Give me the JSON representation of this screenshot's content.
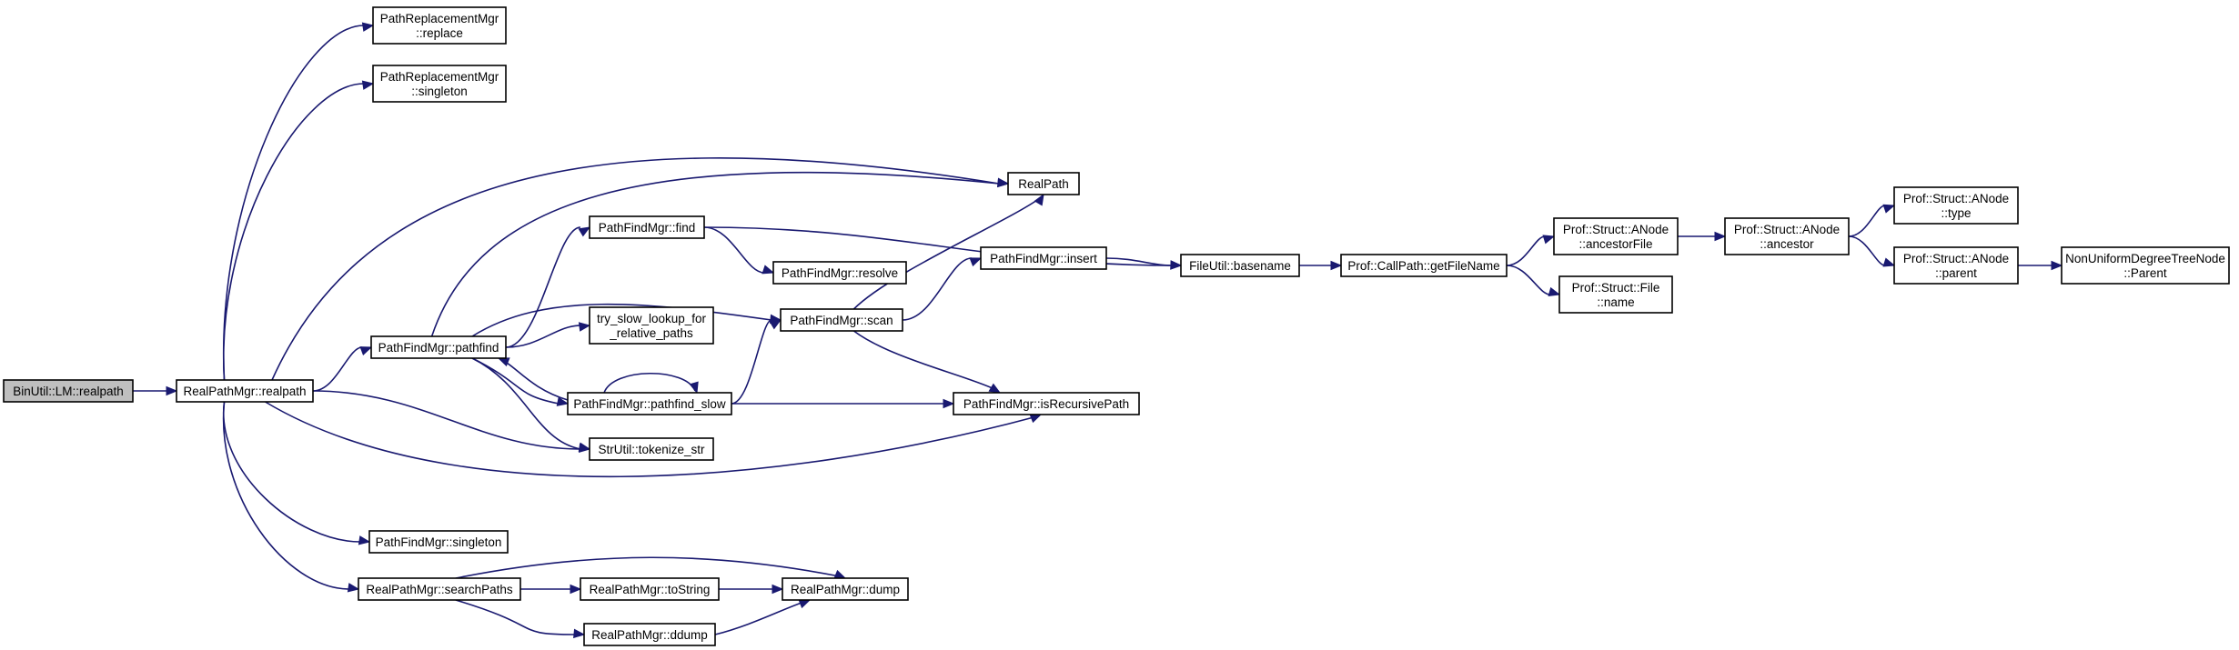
{
  "colors": {
    "edge": "#191970",
    "root_fill": "#bfbfbf",
    "node_fill": "#ffffff",
    "node_border": "#000000"
  },
  "nodes": [
    {
      "id": "lm_realpath",
      "lines": [
        "BinUtil::LM::realpath"
      ],
      "root": true
    },
    {
      "id": "rpm_realpath",
      "lines": [
        "RealPathMgr::realpath"
      ]
    },
    {
      "id": "prm_replace",
      "lines": [
        "PathReplacementMgr",
        "::replace"
      ]
    },
    {
      "id": "prm_singleton",
      "lines": [
        "PathReplacementMgr",
        "::singleton"
      ]
    },
    {
      "id": "realpath",
      "lines": [
        "RealPath"
      ]
    },
    {
      "id": "pfm_find",
      "lines": [
        "PathFindMgr::find"
      ]
    },
    {
      "id": "pfm_resolve",
      "lines": [
        "PathFindMgr::resolve"
      ]
    },
    {
      "id": "pfm_pathfind",
      "lines": [
        "PathFindMgr::pathfind"
      ]
    },
    {
      "id": "try_slow",
      "lines": [
        "try_slow_lookup_for",
        "_relative_paths"
      ]
    },
    {
      "id": "pfm_scan",
      "lines": [
        "PathFindMgr::scan"
      ]
    },
    {
      "id": "pfm_insert",
      "lines": [
        "PathFindMgr::insert"
      ]
    },
    {
      "id": "pfm_pathfind_slow",
      "lines": [
        "PathFindMgr::pathfind_slow"
      ]
    },
    {
      "id": "pfm_isrecursive",
      "lines": [
        "PathFindMgr::isRecursivePath"
      ]
    },
    {
      "id": "strutil_tokenize",
      "lines": [
        "StrUtil::tokenize_str"
      ]
    },
    {
      "id": "pfm_singleton",
      "lines": [
        "PathFindMgr::singleton"
      ]
    },
    {
      "id": "rpm_searchpaths",
      "lines": [
        "RealPathMgr::searchPaths"
      ]
    },
    {
      "id": "rpm_tostring",
      "lines": [
        "RealPathMgr::toString"
      ]
    },
    {
      "id": "rpm_dump",
      "lines": [
        "RealPathMgr::dump"
      ]
    },
    {
      "id": "rpm_ddump",
      "lines": [
        "RealPathMgr::ddump"
      ]
    },
    {
      "id": "fileutil_basename",
      "lines": [
        "FileUtil::basename"
      ]
    },
    {
      "id": "callpath_getfilename",
      "lines": [
        "Prof::CallPath::getFileName"
      ]
    },
    {
      "id": "anode_ancestorfile",
      "lines": [
        "Prof::Struct::ANode",
        "::ancestorFile"
      ]
    },
    {
      "id": "file_name",
      "lines": [
        "Prof::Struct::File",
        "::name"
      ]
    },
    {
      "id": "anode_ancestor",
      "lines": [
        "Prof::Struct::ANode",
        "::ancestor"
      ]
    },
    {
      "id": "anode_type",
      "lines": [
        "Prof::Struct::ANode",
        "::type"
      ]
    },
    {
      "id": "anode_parent",
      "lines": [
        "Prof::Struct::ANode",
        "::parent"
      ]
    },
    {
      "id": "nudtn_parent",
      "lines": [
        "NonUniformDegreeTreeNode",
        "::Parent"
      ]
    }
  ],
  "edges": [
    [
      "lm_realpath",
      "rpm_realpath"
    ],
    [
      "rpm_realpath",
      "prm_replace"
    ],
    [
      "rpm_realpath",
      "prm_singleton"
    ],
    [
      "rpm_realpath",
      "realpath"
    ],
    [
      "rpm_realpath",
      "pfm_pathfind"
    ],
    [
      "rpm_realpath",
      "strutil_tokenize"
    ],
    [
      "rpm_realpath",
      "pfm_isrecursive"
    ],
    [
      "rpm_realpath",
      "pfm_singleton"
    ],
    [
      "rpm_realpath",
      "rpm_searchpaths"
    ],
    [
      "pfm_pathfind",
      "realpath"
    ],
    [
      "pfm_pathfind",
      "pfm_find"
    ],
    [
      "pfm_pathfind",
      "pfm_scan"
    ],
    [
      "pfm_pathfind",
      "try_slow"
    ],
    [
      "pfm_pathfind",
      "pfm_pathfind_slow"
    ],
    [
      "pfm_pathfind",
      "strutil_tokenize"
    ],
    [
      "pfm_pathfind_slow",
      "pfm_pathfind"
    ],
    [
      "pfm_pathfind_slow",
      "pfm_pathfind_slow"
    ],
    [
      "pfm_pathfind_slow",
      "pfm_scan"
    ],
    [
      "pfm_pathfind_slow",
      "pfm_isrecursive"
    ],
    [
      "pfm_find",
      "pfm_resolve"
    ],
    [
      "pfm_find",
      "fileutil_basename"
    ],
    [
      "pfm_scan",
      "realpath"
    ],
    [
      "pfm_scan",
      "pfm_insert"
    ],
    [
      "pfm_scan",
      "pfm_isrecursive"
    ],
    [
      "pfm_insert",
      "fileutil_basename"
    ],
    [
      "fileutil_basename",
      "callpath_getfilename"
    ],
    [
      "callpath_getfilename",
      "anode_ancestorfile"
    ],
    [
      "callpath_getfilename",
      "file_name"
    ],
    [
      "anode_ancestorfile",
      "anode_ancestor"
    ],
    [
      "anode_ancestor",
      "anode_type"
    ],
    [
      "anode_ancestor",
      "anode_parent"
    ],
    [
      "anode_parent",
      "nudtn_parent"
    ],
    [
      "rpm_searchpaths",
      "rpm_tostring"
    ],
    [
      "rpm_searchpaths",
      "rpm_dump"
    ],
    [
      "rpm_searchpaths",
      "rpm_ddump"
    ],
    [
      "rpm_tostring",
      "rpm_dump"
    ],
    [
      "rpm_ddump",
      "rpm_dump"
    ]
  ]
}
